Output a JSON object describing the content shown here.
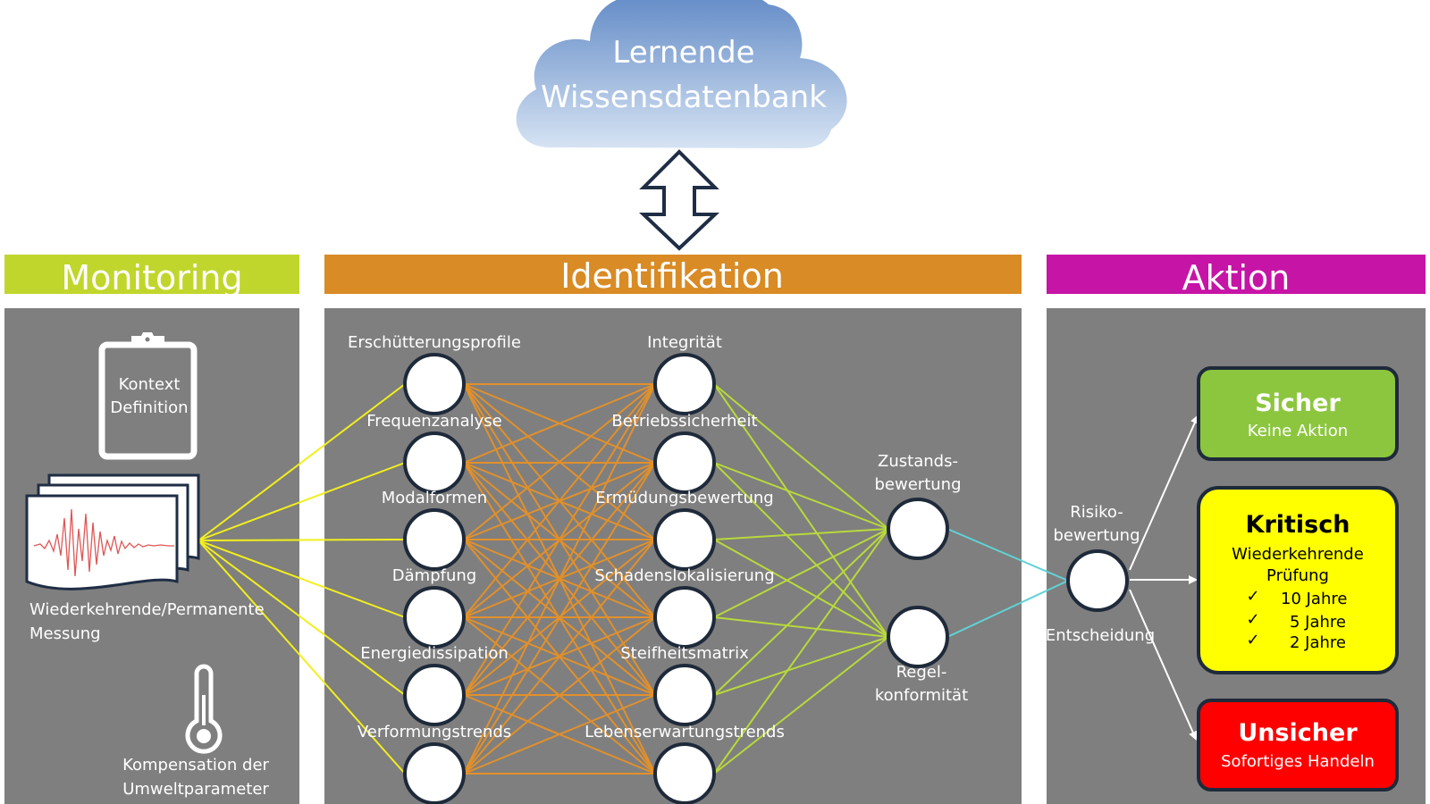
{
  "cloud": {
    "line1": "Lernende",
    "line2": "Wissensdatenbank"
  },
  "headers": {
    "monitoring": "Monitoring",
    "identifikation": "Identifikation",
    "aktion": "Aktion"
  },
  "colors": {
    "monitoring": "#c1d62c",
    "identifikation": "#d98b25",
    "aktion": "#c614a6",
    "panel": "#7f7f7f",
    "yellow_line": "#f2ef1c",
    "orange_line": "#e2902a",
    "green_line": "#b9d93a",
    "cyan_line": "#5fd3d6",
    "sicher": "#8cc63f",
    "kritisch": "#ffff00",
    "unsicher": "#ff0000",
    "node_border": "#1e2a3a"
  },
  "monitoring": {
    "kontext_line1": "Kontext",
    "kontext_line2": "Definition",
    "messung_line1": "Wiederkehrende/Permanente",
    "messung_line2": "Messung",
    "kompensation_line1": "Kompensation der",
    "kompensation_line2": "Umweltparameter"
  },
  "identifikation": {
    "input_layer": [
      "Erschütterungsprofile",
      "Frequenzanalyse",
      "Modalformen",
      "Dämpfung",
      "Energiedissipation",
      "Verformungstrends"
    ],
    "hidden_layer": [
      "Integrität",
      "Betriebssicherheit",
      "Ermüdungsbewertung",
      "Schadenslokalisierung",
      "Steifheitsmatrix",
      "Lebenserwartungstrends"
    ],
    "zustand_line1": "Zustands-",
    "zustand_line2": "bewertung",
    "regel_line1": "Regel-",
    "regel_line2": "konformität"
  },
  "aktion": {
    "risiko_line1": "Risiko-",
    "risiko_line2": "bewertung",
    "entscheidung": "Entscheidung",
    "sicher_title": "Sicher",
    "sicher_sub": "Keine Aktion",
    "kritisch_title": "Kritisch",
    "kritisch_sub1": "Wiederkehrende",
    "kritisch_sub2": "Prüfung",
    "check": "✓",
    "kritisch_items": [
      "10 Jahre",
      "5 Jahre",
      "2 Jahre"
    ],
    "unsicher_title": "Unsicher",
    "unsicher_sub": "Sofortiges Handeln"
  }
}
